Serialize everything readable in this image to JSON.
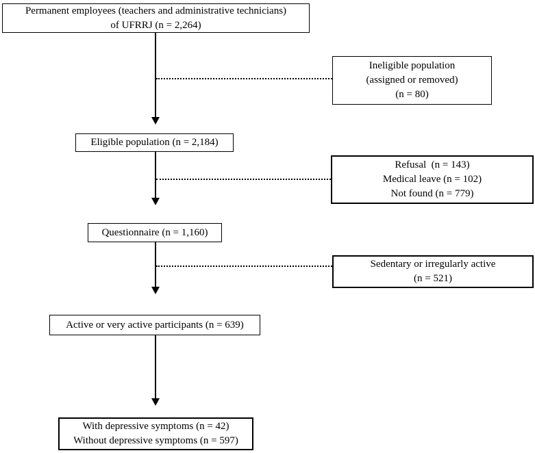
{
  "diagram": {
    "type": "study-flowchart",
    "colors": {
      "background": "#ffffff",
      "box_border": "#000000",
      "text": "#000000",
      "connector": "#000000"
    },
    "boxes": {
      "permanent": {
        "lines": [
          "Permanent employees (teachers and administrative technicians)",
          "of UFRRJ (n = 2,264)"
        ]
      },
      "ineligible": {
        "lines": [
          "Ineligible population",
          "(assigned or removed)",
          "(n = 80)"
        ]
      },
      "eligible": {
        "lines": [
          "Eligible population (n = 2,184)"
        ]
      },
      "exclusions": {
        "lines": [
          "Refusal  (n = 143)",
          "Medical leave (n = 102)",
          "Not found (n = 779)"
        ]
      },
      "questionnaire": {
        "lines": [
          "Questionnaire (n = 1,160)"
        ]
      },
      "sedentary": {
        "lines": [
          "Sedentary or irregularly active",
          "(n = 521)"
        ]
      },
      "active": {
        "lines": [
          "Active or very active participants (n = 639)"
        ]
      },
      "outcome": {
        "lines": [
          "With depressive symptoms (n = 42)",
          "Without depressive symptoms (n = 597)"
        ]
      }
    }
  }
}
